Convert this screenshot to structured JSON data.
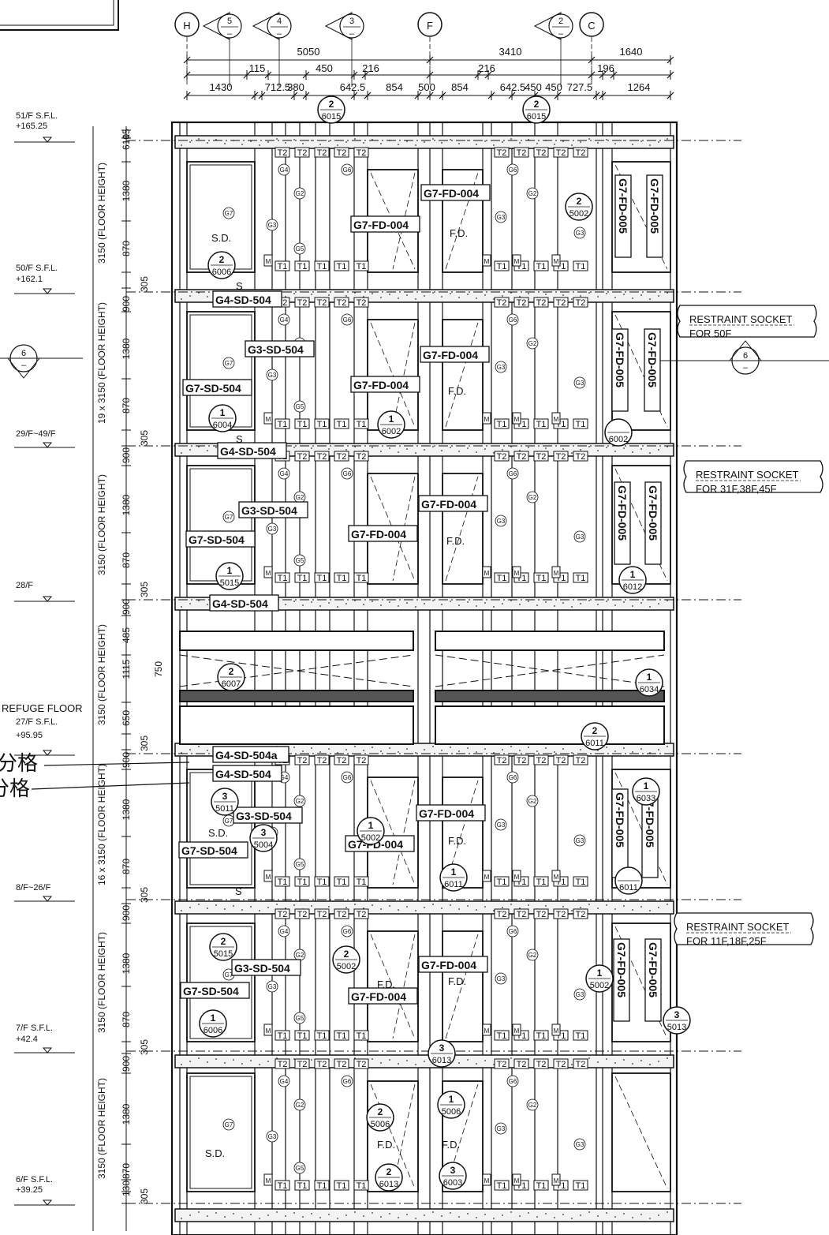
{
  "title_fragment": "",
  "grid_bubbles": [
    "H",
    "F",
    "C"
  ],
  "section_markers": [
    {
      "num": "5",
      "sub": "–"
    },
    {
      "num": "4",
      "sub": "–"
    },
    {
      "num": "3",
      "sub": "–"
    },
    {
      "num": "2",
      "sub": "–"
    },
    {
      "num": "6",
      "sub": "–"
    }
  ],
  "dimensions": {
    "overall": [
      "5050",
      "3410",
      "1640"
    ],
    "row2": [
      "115",
      "450",
      "216",
      "216",
      "196"
    ],
    "row3": [
      "1430",
      "712.5",
      "380",
      "642.5",
      "854",
      "500",
      "854",
      "642.5",
      "450",
      "450",
      "727.5",
      "1264"
    ],
    "vertical": [
      "15",
      "610",
      "1380",
      "870",
      "305",
      "900",
      "1380",
      "870",
      "305",
      "900",
      "1380",
      "870",
      "305",
      "900",
      "485",
      "1115",
      "750",
      "650",
      "305",
      "900",
      "1380",
      "870",
      "305",
      "900",
      "1380",
      "870",
      "305",
      "900",
      "1380",
      "870",
      "130",
      "305"
    ],
    "floor_height": [
      "3150 (FLOOR HEIGHT)",
      "19 x 3150 (FLOOR HEIGHT)",
      "3150 (FLOOR HEIGHT)",
      "3150 (FLOOR HEIGHT)",
      "16 x 3150 (FLOOR HEIGHT)",
      "3150 (FLOOR HEIGHT)",
      "3150 (FLOOR HEIGHT)"
    ]
  },
  "levels": [
    {
      "name": "51/F S.F.L.",
      "value": "+165.25"
    },
    {
      "name": "50/F S.F.L.",
      "value": "+162.1"
    },
    {
      "name": "29/F~49/F",
      "value": ""
    },
    {
      "name": "28/F",
      "value": ""
    },
    {
      "name": "REFUGE FLOOR",
      "value": ""
    },
    {
      "name": "27/F S.F.L.",
      "value": "+95.95"
    },
    {
      "name": "8/F~26/F",
      "value": ""
    },
    {
      "name": "7/F S.F.L.",
      "value": "+42.4"
    },
    {
      "name": "6/F S.F.L.",
      "value": "+39.25"
    }
  ],
  "chinese_notes": [
    "分格",
    "分格"
  ],
  "callouts": [
    "RESTRAINT SOCKET",
    "FOR 50F",
    "RESTRAINT SOCKET",
    "FOR 31F,38F,45F",
    "RESTRAINT SOCKET",
    "FOR 11F,18F,25F"
  ],
  "tags": {
    "g7fd004": "G7-FD-004",
    "g7fd005": "G7-FD-005",
    "g4sd504": "G4-SD-504",
    "g4sd504a": "G4-SD-504a",
    "g3sd504": "G3-SD-504",
    "g7sd504": "G7-SD-504"
  },
  "detail_refs": [
    {
      "num": "2",
      "ref": "6015"
    },
    {
      "num": "2",
      "ref": "6015"
    },
    {
      "num": "2",
      "ref": "5002"
    },
    {
      "num": "2",
      "ref": "6006"
    },
    {
      "num": "1",
      "ref": "6004"
    },
    {
      "num": "1",
      "ref": "6002"
    },
    {
      "num": "",
      "ref": "6002"
    },
    {
      "num": "1",
      "ref": "5015"
    },
    {
      "num": "1",
      "ref": "6012"
    },
    {
      "num": "2",
      "ref": "6007"
    },
    {
      "num": "1",
      "ref": "6034"
    },
    {
      "num": "2",
      "ref": "6011"
    },
    {
      "num": "3",
      "ref": "5011"
    },
    {
      "num": "1",
      "ref": "6033"
    },
    {
      "num": "1",
      "ref": "5002"
    },
    {
      "num": "1",
      "ref": "6011"
    },
    {
      "num": "",
      "ref": "6011"
    },
    {
      "num": "2",
      "ref": "5015"
    },
    {
      "num": "2",
      "ref": "5002"
    },
    {
      "num": "1",
      "ref": "5002"
    },
    {
      "num": "3",
      "ref": "5013"
    },
    {
      "num": "1",
      "ref": "6006"
    },
    {
      "num": "3",
      "ref": "6013"
    },
    {
      "num": "2",
      "ref": "5006"
    },
    {
      "num": "1",
      "ref": "5006"
    },
    {
      "num": "2",
      "ref": "6013"
    },
    {
      "num": "3",
      "ref": "6003"
    },
    {
      "num": "3",
      "ref": "5004"
    }
  ],
  "symbols": {
    "sd": "S.D.",
    "fd": "F.D.",
    "s": "S",
    "g2": "G2",
    "g3": "G3",
    "g4": "G4",
    "g5": "G5",
    "g6": "G6",
    "g7": "G7",
    "t1": "T1",
    "t2": "T2",
    "m": "M"
  }
}
